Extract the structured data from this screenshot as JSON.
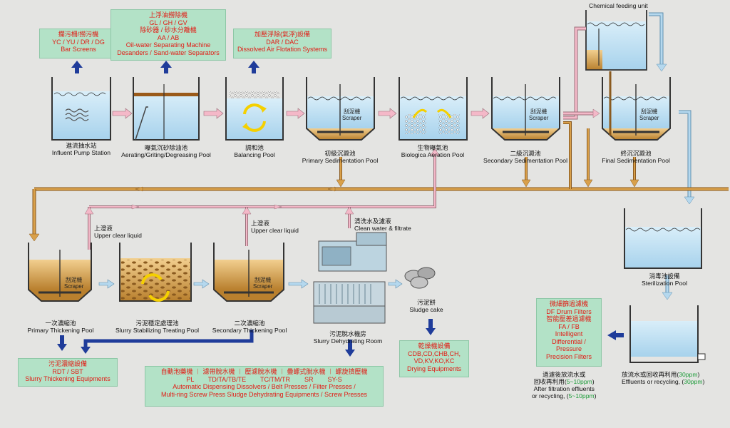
{
  "equipment_boxes": {
    "bar_screens": {
      "zh": "攔污柵/撈污機",
      "models": "YC / YU / DR / DG",
      "en": "Bar Screens"
    },
    "separators": {
      "zh1": "上浮油撈除機",
      "models1": "GL / GH / GV",
      "zh2": "除砂器 / 砂水分離機",
      "models2": "AA / AB",
      "en1": "Oil-water Separating Machine",
      "en2": "Desanders / Sand-water Separators"
    },
    "daf": {
      "zh": "加壓浮除(氣浮)設備",
      "models": "DAR / DAC",
      "en": "Dissolved Air Flotation Systems"
    },
    "thickening": {
      "zh": "污泥濃縮設備",
      "models": "RDT / SBT",
      "en": "Slurry Thickening Equipments"
    },
    "dehydrating": {
      "line1": "自動泡藥機 ︱ 濾帶脫水機 ︱ 壓濾脫水機 ︱ 疊螺式脫水機 ︱ 螺旋擠壓機",
      "line2": "PL        TD/TA/TB/TE        TC/TM/TR        SR        SY-S",
      "line3": "Automatic Dispensing Dissolvers / Belt Presses / Filter Presses /",
      "line4": "Multi-ring Screw Press Sludge Dehydrating Equipments / Screw Presses"
    },
    "drying": {
      "zh": "乾燥機設備",
      "models1": "CDB,CD,CHB,CH,",
      "models2": "VD,KV,KO,KC",
      "en": "Drying Equipments"
    },
    "filters": {
      "zh1": "微細篩過濾機",
      "l2": "DF  Drum Filters",
      "zh2": "智能壓差過濾機",
      "l4": "FA / FB",
      "l5": "Intelligent",
      "l6": "Differential /",
      "l7": "Pressure",
      "l8": "Precision Filters"
    }
  },
  "stages": {
    "influent": {
      "zh": "進流抽水站",
      "en": "Influent Pump Station"
    },
    "aerating": {
      "zh": "曝氣沉砂除油池",
      "en": "Aerating/Griting/Degreasing Pool"
    },
    "balancing": {
      "zh": "調和池",
      "en": "Balancing  Pool"
    },
    "primary_sed": {
      "zh": "初級沉澱池",
      "en": "Primary Sedimentation Pool"
    },
    "bio": {
      "zh": "生物曝氣池",
      "en": "Biologica Aeration Pool"
    },
    "secondary_sed": {
      "zh": "二級沉澱池",
      "en": "Secondary Sedimentation Pool"
    },
    "final_sed": {
      "zh": "終沉沉澱池",
      "en": "Final Sedimentation Pool"
    },
    "sterilization": {
      "zh": "消毒池設備",
      "en": "Sterilization Pool"
    },
    "primary_thick": {
      "zh": "一次濃縮池",
      "en": "Primary Thickening Pool"
    },
    "stabilizing": {
      "zh": "污泥穩定處理池",
      "en": "Slurry Stabilizing Treating Pool"
    },
    "secondary_thick": {
      "zh": "二次濃縮池",
      "en": "Secondary Thickening Pool"
    },
    "dehydrating_room": {
      "zh": "污泥脫水機房",
      "en": "Slurry Dehydrating Room"
    },
    "sludge_cake": {
      "zh": "污泥餅",
      "en": "Sludge cake"
    }
  },
  "scraper": {
    "zh": "刮泥機",
    "en": "Scraper"
  },
  "chemical_unit": "Chemical feeding unit",
  "flow_labels": {
    "upper_clear_1": {
      "zh": "上澄液",
      "en": "Upper clear liquid"
    },
    "upper_clear_2": {
      "zh": "上澄液",
      "en": "Upper clear liquid"
    },
    "clean_water": {
      "zh": "清洗水及濾液",
      "en": "Clean water & filtrate"
    }
  },
  "outputs": {
    "effluent_zh_a": "放流水或回收再利用(",
    "effluent_ppm_a": "30ppm",
    "effluent_close_a": ")",
    "effluent_en_a": "Effluents or recycling, (",
    "effluent_ppm_b": "30ppm",
    "effluent_close_b": ")",
    "filtered_zh1": "過濾後放流水或",
    "filtered_zh2a": "回收再利用(",
    "filtered_ppm_a": "5~10ppm",
    "filtered_close_a": ")",
    "filtered_en1": "After filtration effluents",
    "filtered_en2a": "or recycling, (",
    "filtered_ppm_b": "5~10ppm",
    "filtered_close_b": ")"
  },
  "colors": {
    "background": "#e4e4e2",
    "box_fill": "#b3e2c7",
    "box_text": "#e21b14",
    "sludge_line": "#c8923a",
    "water_line": "#b5d8ee",
    "return_line": "#f4b8c8",
    "blue_arrow": "#1f3c9a",
    "ppm_text": "#1e9c3a"
  }
}
